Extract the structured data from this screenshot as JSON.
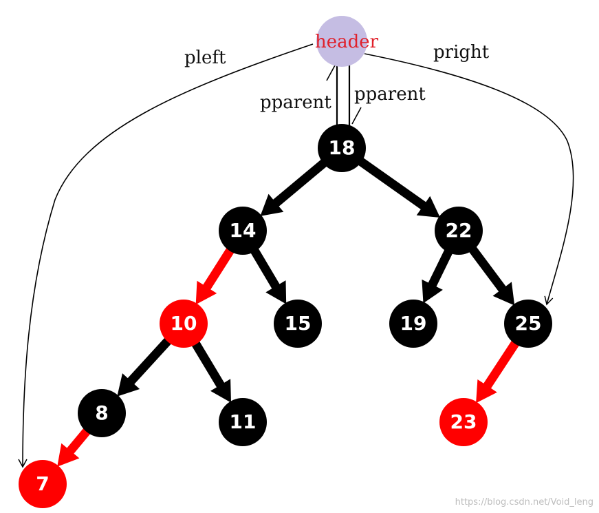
{
  "header": {
    "label": "header",
    "label_color": "#e0202a",
    "fill": "#c5bde3"
  },
  "labels": {
    "pleft": "pleft",
    "pright": "pright",
    "pparent_left": "pparent",
    "pparent_right": "pparent"
  },
  "nodes": [
    {
      "id": "n18",
      "value": "18",
      "color": "black"
    },
    {
      "id": "n14",
      "value": "14",
      "color": "black"
    },
    {
      "id": "n22",
      "value": "22",
      "color": "black"
    },
    {
      "id": "n10",
      "value": "10",
      "color": "red"
    },
    {
      "id": "n15",
      "value": "15",
      "color": "black"
    },
    {
      "id": "n19",
      "value": "19",
      "color": "black"
    },
    {
      "id": "n25",
      "value": "25",
      "color": "black"
    },
    {
      "id": "n8",
      "value": "8",
      "color": "black"
    },
    {
      "id": "n11",
      "value": "11",
      "color": "black"
    },
    {
      "id": "n23",
      "value": "23",
      "color": "red"
    },
    {
      "id": "n7",
      "value": "7",
      "color": "red"
    }
  ],
  "edges": [
    {
      "from": "18",
      "to": "14",
      "color": "black"
    },
    {
      "from": "18",
      "to": "22",
      "color": "black"
    },
    {
      "from": "14",
      "to": "10",
      "color": "red"
    },
    {
      "from": "14",
      "to": "15",
      "color": "black"
    },
    {
      "from": "22",
      "to": "19",
      "color": "black"
    },
    {
      "from": "22",
      "to": "25",
      "color": "black"
    },
    {
      "from": "10",
      "to": "8",
      "color": "black"
    },
    {
      "from": "10",
      "to": "11",
      "color": "black"
    },
    {
      "from": "25",
      "to": "23",
      "color": "red"
    },
    {
      "from": "8",
      "to": "7",
      "color": "red"
    }
  ],
  "colors": {
    "black": "#000000",
    "red": "#ff0000"
  },
  "watermark": "https://blog.csdn.net/Void_leng"
}
